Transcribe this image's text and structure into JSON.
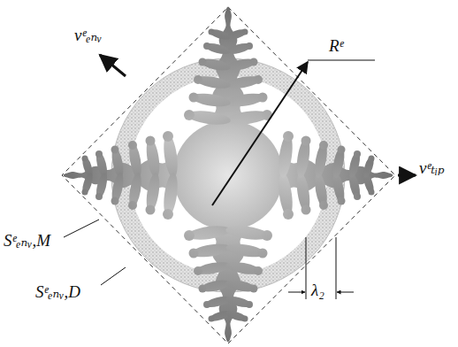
{
  "diagram": {
    "labels": [
      "vᵉₑₙᵥ",
      "Rᵉ",
      "vᵉₜᵢₚ",
      "Sᵉₑₙᵥ,M",
      "Sᵉₑₙᵥ,D",
      "λ₂"
    ]
  }
}
